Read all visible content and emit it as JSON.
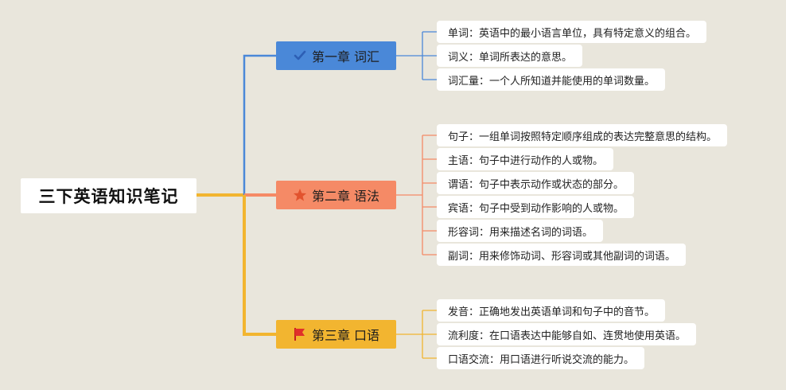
{
  "root": {
    "title": "三下英语知识笔记"
  },
  "colors": {
    "ch1": "#4a88d8",
    "ch2": "#f58a66",
    "ch3": "#f2b530",
    "root_line": "#f2b530"
  },
  "chapters": [
    {
      "label": "第一章 词汇",
      "icon": "check-icon",
      "items": [
        "单词：英语中的最小语言单位，具有特定意义的组合。",
        "词义：单词所表达的意思。",
        "词汇量：一个人所知道并能使用的单词数量。"
      ]
    },
    {
      "label": "第二章 语法",
      "icon": "star-icon",
      "items": [
        "句子：一组单词按照特定顺序组成的表达完整意思的结构。",
        "主语：句子中进行动作的人或物。",
        "谓语：句子中表示动作或状态的部分。",
        "宾语：句子中受到动作影响的人或物。",
        "形容词：用来描述名词的词语。",
        "副词：用来修饰动词、形容词或其他副词的词语。"
      ]
    },
    {
      "label": "第三章 口语",
      "icon": "flag-icon",
      "items": [
        "发音：正确地发出英语单词和句子中的音节。",
        "流利度：在口语表达中能够自如、连贯地使用英语。",
        "口语交流：用口语进行听说交流的能力。"
      ]
    }
  ]
}
